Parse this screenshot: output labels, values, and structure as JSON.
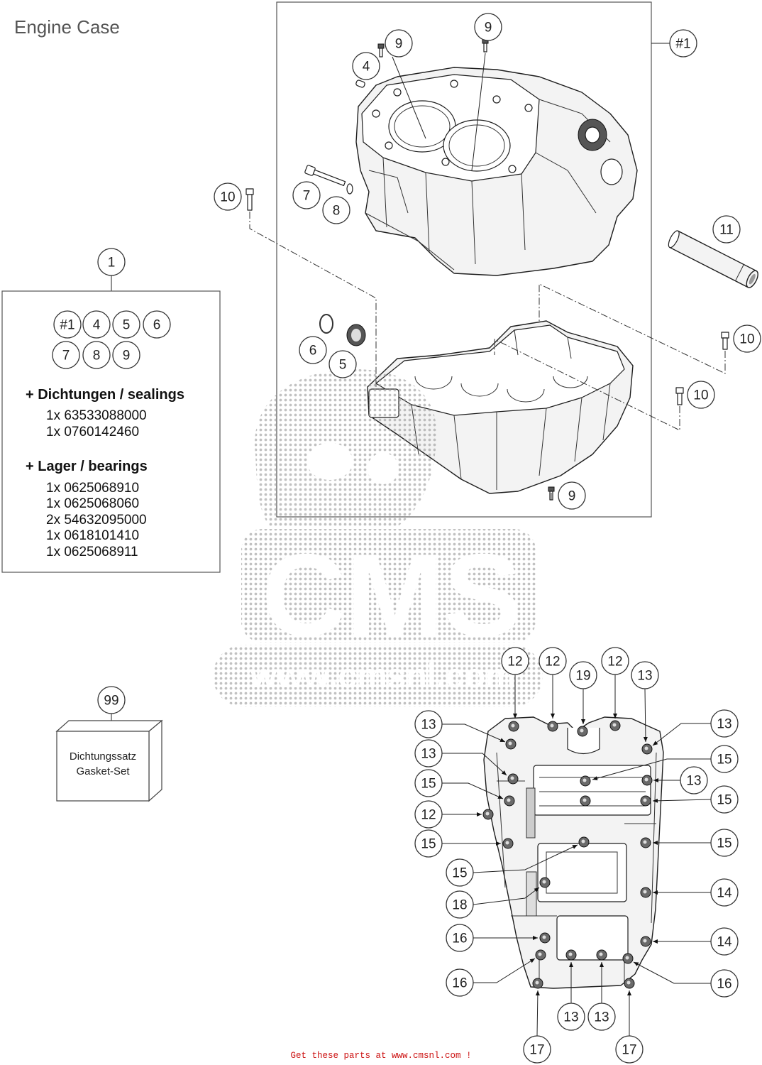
{
  "title": "Engine Case",
  "callouts": {
    "upper": [
      "#1",
      "9",
      "9",
      "4",
      "7",
      "8",
      "10",
      "11",
      "10",
      "6",
      "5",
      "10",
      "9"
    ],
    "kit": "1",
    "gasket": "99",
    "lower": [
      "12",
      "12",
      "19",
      "12",
      "13",
      "13",
      "13",
      "13",
      "15",
      "15",
      "13",
      "15",
      "12",
      "15",
      "15",
      "15",
      "14",
      "18",
      "16",
      "14",
      "16",
      "16",
      "13",
      "13",
      "17",
      "17"
    ]
  },
  "kit": {
    "contents": [
      "#1",
      "4",
      "5",
      "6",
      "7",
      "8",
      "9"
    ],
    "sealings": {
      "heading": "+ Dichtungen / sealings",
      "items": [
        "1x 63533088000",
        "1x 0760142460"
      ]
    },
    "bearings": {
      "heading": "+ Lager / bearings",
      "items": [
        "1x 0625068910",
        "1x 0625068060",
        "2x 54632095000",
        "1x 0618101410",
        "1x 0625068911"
      ]
    }
  },
  "gasket_set": {
    "label_de": "Dichtungssatz",
    "label_en": "Gasket-Set"
  },
  "watermark": {
    "logo": "CMS",
    "url": "www.cmsnl.com"
  },
  "footer": "Get these parts at www.cmsnl.com !"
}
